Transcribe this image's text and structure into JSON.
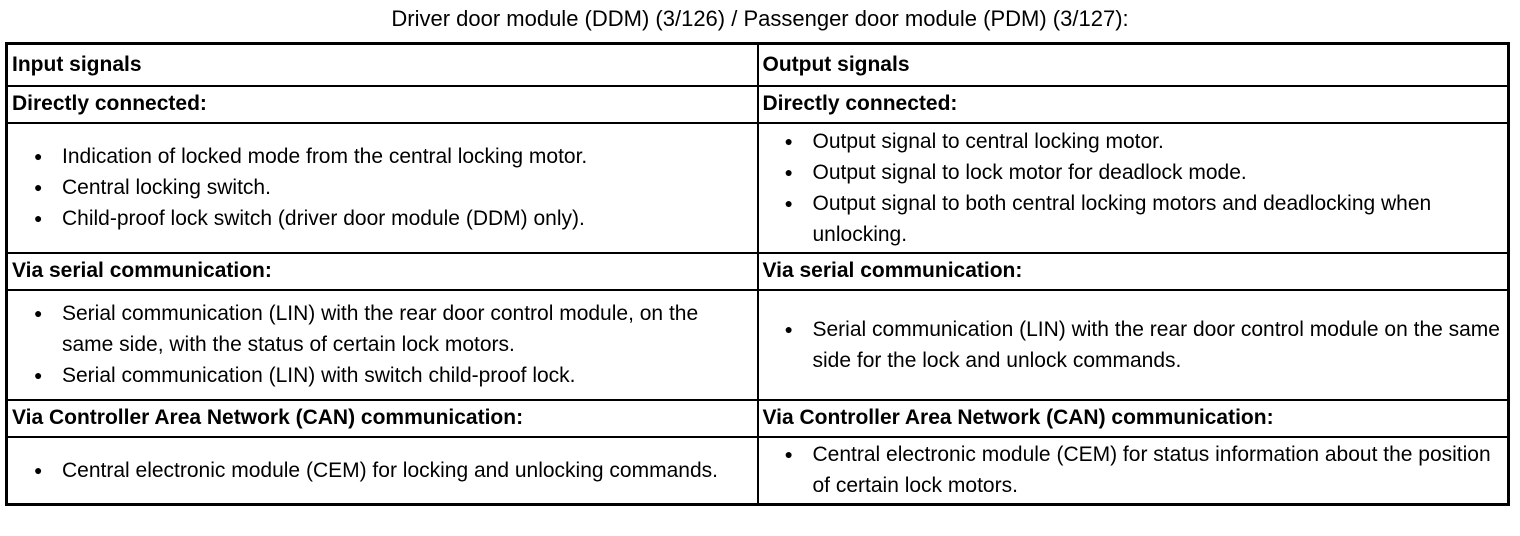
{
  "page": {
    "title": "Driver door module (DDM) (3/126) / Passenger door module (PDM) (3/127):"
  },
  "icons": {
    "bullet": "●"
  },
  "table": {
    "input": {
      "header": "Input signals",
      "directly_connected": {
        "heading": "Directly connected:",
        "items": [
          "Indication of locked mode from the central locking motor.",
          "Central locking switch.",
          "Child-proof lock switch (driver door module (DDM) only)."
        ]
      },
      "serial": {
        "heading": "Via serial communication:",
        "items": [
          "Serial communication (LIN) with the rear door control module, on the same side, with the status of certain lock motors.",
          "Serial communication (LIN) with switch child-proof lock."
        ]
      },
      "can": {
        "heading": "Via Controller Area Network (CAN) communication:",
        "items": [
          "Central electronic module (CEM) for locking and unlocking commands."
        ]
      }
    },
    "output": {
      "header": "Output signals",
      "directly_connected": {
        "heading": "Directly connected:",
        "items": [
          "Output signal to central locking motor.",
          "Output signal to lock motor for deadlock mode.",
          "Output signal to both central locking motors and deadlocking when unlocking."
        ]
      },
      "serial": {
        "heading": "Via serial communication:",
        "items": [
          "Serial communication (LIN) with the rear door control module on the same side for the lock and unlock commands."
        ]
      },
      "can": {
        "heading": "Via Controller Area Network (CAN) communication:",
        "items": [
          "Central electronic module (CEM) for status information about the position of certain lock motors."
        ]
      }
    }
  }
}
